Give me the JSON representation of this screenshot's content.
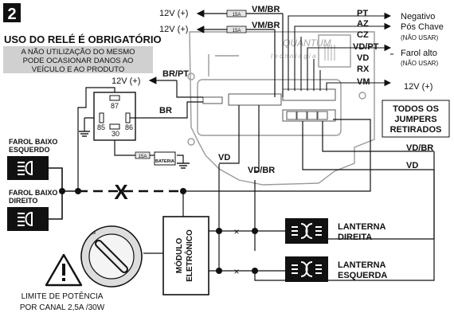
{
  "step": "2",
  "warning": {
    "title": "USO DO RELÉ É OBRIGATÓRIO",
    "line1": "A NÃO UTILIZAÇÃO DO MESMO",
    "line2": "PODE OCASIONAR DANOS AO",
    "line3": "VEÍCULO E AO PRODUTO"
  },
  "brand": "QUANTUM",
  "brand_sub": "t e c n o l o g i a",
  "top_left": [
    {
      "supply": "12V (+)",
      "fuse": "15A",
      "wire": "VM/BR"
    },
    {
      "supply": "12V (+)",
      "fuse": "15A",
      "wire": "VM/BR"
    }
  ],
  "right_outputs": [
    {
      "code": "PT",
      "label": "Negativo"
    },
    {
      "code": "AZ",
      "label": "Pós Chave"
    },
    {
      "code": "CZ",
      "label": "(NÃO USAR)"
    },
    {
      "code": "VD/PT",
      "label": "Farol alto"
    },
    {
      "code": "VD",
      "label": "(NÃO USAR)"
    },
    {
      "code": "RX",
      "label": ""
    },
    {
      "code": "VM",
      "label": "12V (+)"
    }
  ],
  "jumpers_note": [
    "TODOS OS",
    "JUMPERS",
    "RETIRADOS"
  ],
  "relay": {
    "supply": "12V (+)",
    "supply_wire": "BR/PT",
    "pins": [
      "87",
      "85",
      "86",
      "30"
    ],
    "out_wire": "BR",
    "fuse": "15A",
    "battery": "BATERIA"
  },
  "mid_wires": {
    "vd_br_right": "VD/BR",
    "vd_right": "VD",
    "vd_center": "VD",
    "vd_br_center": "VD/BR"
  },
  "headlights": [
    {
      "line1": "FAROL BAIXO",
      "line2": "ESQUERDO"
    },
    {
      "line1": "FAROL BAIXO",
      "line2": "DIREITO"
    }
  ],
  "cut_mark": "X",
  "lanterns": [
    {
      "line1": "LANTERNA",
      "line2": "DIREITA"
    },
    {
      "line1": "LANTERNA",
      "line2": "ESQUERDA"
    }
  ],
  "module": [
    "MÓDULO",
    "ELETRÔNICO"
  ],
  "limit": [
    "LIMITE DE POTÊNCIA",
    "POR CANAL 2,5A /30W"
  ]
}
